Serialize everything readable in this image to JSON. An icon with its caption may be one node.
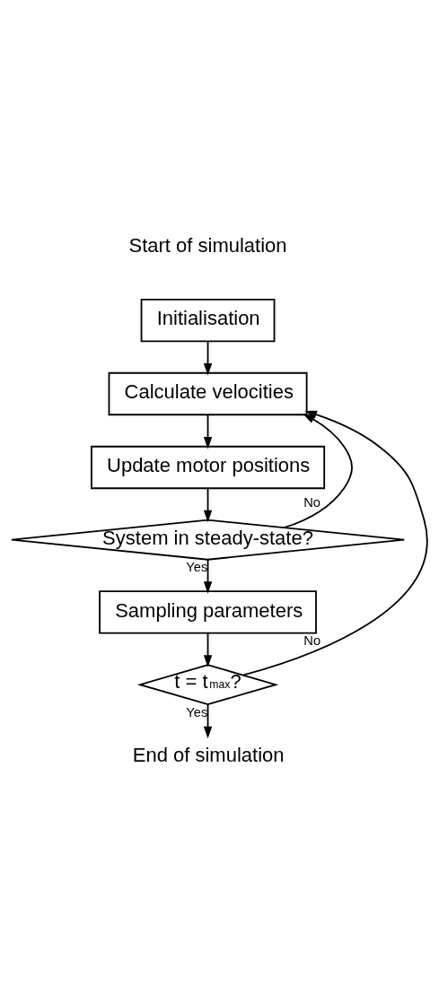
{
  "diagram": {
    "nodes": [
      {
        "text": [
          "Initialisation"
        ]
      },
      {
        "text": [
          "Calculate velocities"
        ]
      },
      {
        "text": [
          "Update motor positions"
        ]
      },
      {
        "text": [
          "System in steady-state?"
        ]
      },
      {
        "text": [
          "Sampling parameters"
        ]
      },
      {
        "text": [
          "t = t$_{max}$?"
        ]
      },
      {
        "text": [
          "End of simulation"
        ]
      }
    ],
    "edges": [
      {
        "from": 0,
        "to": 1,
        "arrow": "to"
      },
      {
        "from": 1,
        "to": 2,
        "arrow": "to"
      },
      {
        "from": 2,
        "to": 3,
        "arrow": "to"
      },
      {
        "from": 3,
        "to": 1,
        "arrow": "to",
        "label": "No"
      },
      {
        "from": 3,
        "to": 4,
        "arrow": "to",
        "label": "Yes"
      },
      {
        "from": 4,
        "to": 5,
        "arrow": "to"
      },
      {
        "from": 5,
        "to": 1,
        "arrow": "to",
        "label": "No"
      },
      {
        "from": 5,
        "to": 6,
        "arrow": "to",
        "label": "Yes"
      }
    ],
    "labels": [
      "Start of simulation"
    ]
  }
}
